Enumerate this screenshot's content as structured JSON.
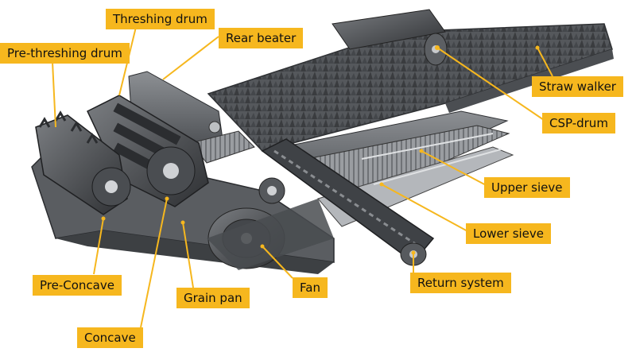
{
  "labels": {
    "threshing_drum": "Threshing drum",
    "pre_threshing_drum": "Pre-threshing drum",
    "rear_beater": "Rear beater",
    "straw_walker": "Straw walker",
    "csp_drum": "CSP-drum",
    "upper_sieve": "Upper sieve",
    "lower_sieve": "Lower sieve",
    "return_system": "Return system",
    "fan": "Fan",
    "grain_pan": "Grain pan",
    "pre_concave": "Pre-Concave",
    "concave": "Concave"
  },
  "colors": {
    "label_background": "#f6b71e",
    "label_text": "#111111",
    "machine_dark": "#3a3c3f",
    "machine_mid": "#6b6e72",
    "machine_light": "#a9acb0"
  }
}
